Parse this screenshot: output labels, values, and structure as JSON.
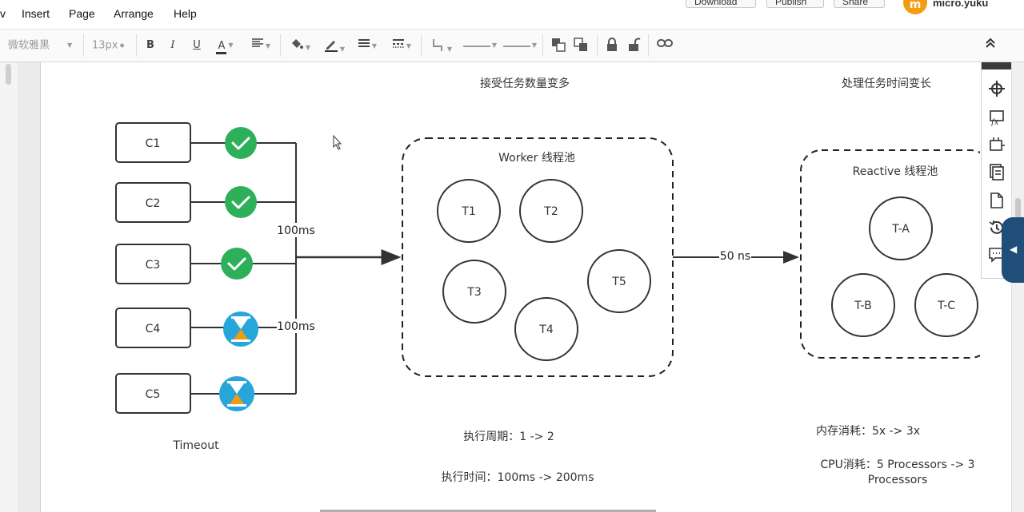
{
  "menu": [
    "v",
    "Insert",
    "Page",
    "Arrange",
    "Help"
  ],
  "top_buttons": [
    "Download",
    "Publish",
    "Share"
  ],
  "user": {
    "avatar_letter": "m",
    "name": "micro.yuku"
  },
  "toolbar": {
    "font_family": "微软雅黑",
    "font_size": "13px",
    "bold": "B",
    "italic": "I",
    "underline": "U",
    "font_color": "A"
  },
  "diagram": {
    "top_label_left": "接受任务数量变多",
    "top_label_right": "处理任务时间变长",
    "clients": [
      {
        "label": "C1",
        "status": "done"
      },
      {
        "label": "C2",
        "status": "done"
      },
      {
        "label": "C3",
        "status": "done"
      },
      {
        "label": "C4",
        "status": "waiting"
      },
      {
        "label": "C5",
        "status": "waiting"
      }
    ],
    "delay_label_top": "100ms",
    "delay_label_bottom": "100ms",
    "timeout_label": "Timeout",
    "worker_pool": {
      "title": "Worker 线程池",
      "threads": [
        "T1",
        "T2",
        "T3",
        "T4",
        "T5"
      ]
    },
    "transfer_label": "50 ns",
    "reactive_pool": {
      "title": "Reactive 线程池",
      "threads": [
        "T-A",
        "T-B",
        "T-C"
      ]
    },
    "notes": {
      "cycle": "执行周期：1 -> 2",
      "time": "执行时间：100ms -> 200ms",
      "memory": "内存消耗：5x -> 3x",
      "cpu_line1": "CPU消耗：5 Processors -> 3",
      "cpu_line2": "Processors"
    },
    "colors": {
      "check": "#2eb05b",
      "hourglass_bg": "#27a6d9",
      "hourglass_sand": "#f39c12",
      "stroke": "#333333"
    }
  }
}
